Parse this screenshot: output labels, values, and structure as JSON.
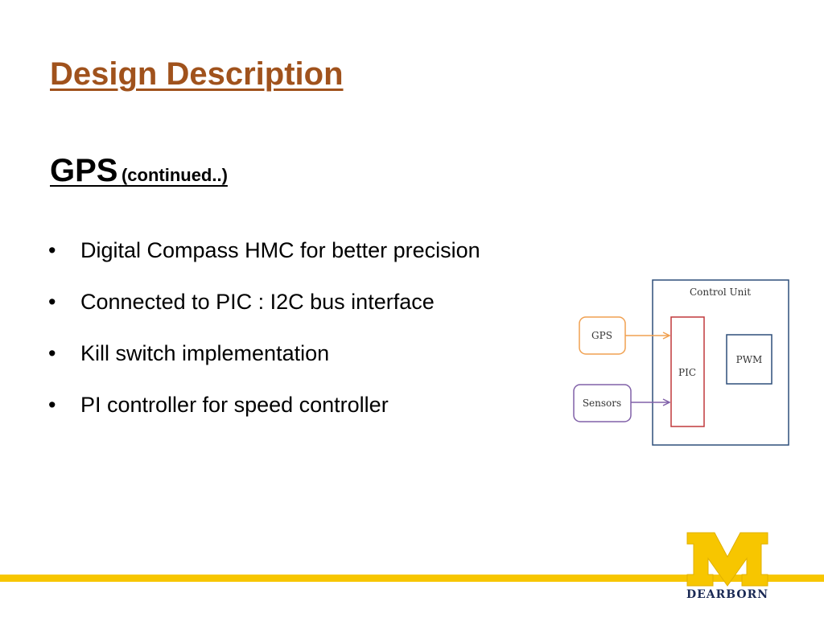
{
  "slide": {
    "title": "Design Description",
    "subtitle_main": "GPS",
    "subtitle_paren": "(continued..)",
    "bullet_glyph": "•",
    "bullets": [
      "Digital Compass HMC for better precision",
      "Connected to PIC : I2C bus interface",
      "Kill switch implementation",
      "PI controller for speed controller"
    ]
  },
  "diagram": {
    "control_unit_label": "Control Unit",
    "gps_label": "GPS",
    "sensors_label": "Sensors",
    "pic_label": "PIC",
    "pwm_label": "PWM",
    "colors": {
      "control_unit": "#2e4f7a",
      "gps": "#f0a050",
      "sensors": "#8060a8",
      "pic": "#c0383c",
      "pwm": "#2e4f7a"
    }
  },
  "logo": {
    "letter": "M",
    "word": "DEARBORN",
    "colors": {
      "maize": "#f7c600",
      "blue": "#1b2a55"
    }
  },
  "theme": {
    "title_color": "#a0521c",
    "bar_color": "#f7c600"
  }
}
